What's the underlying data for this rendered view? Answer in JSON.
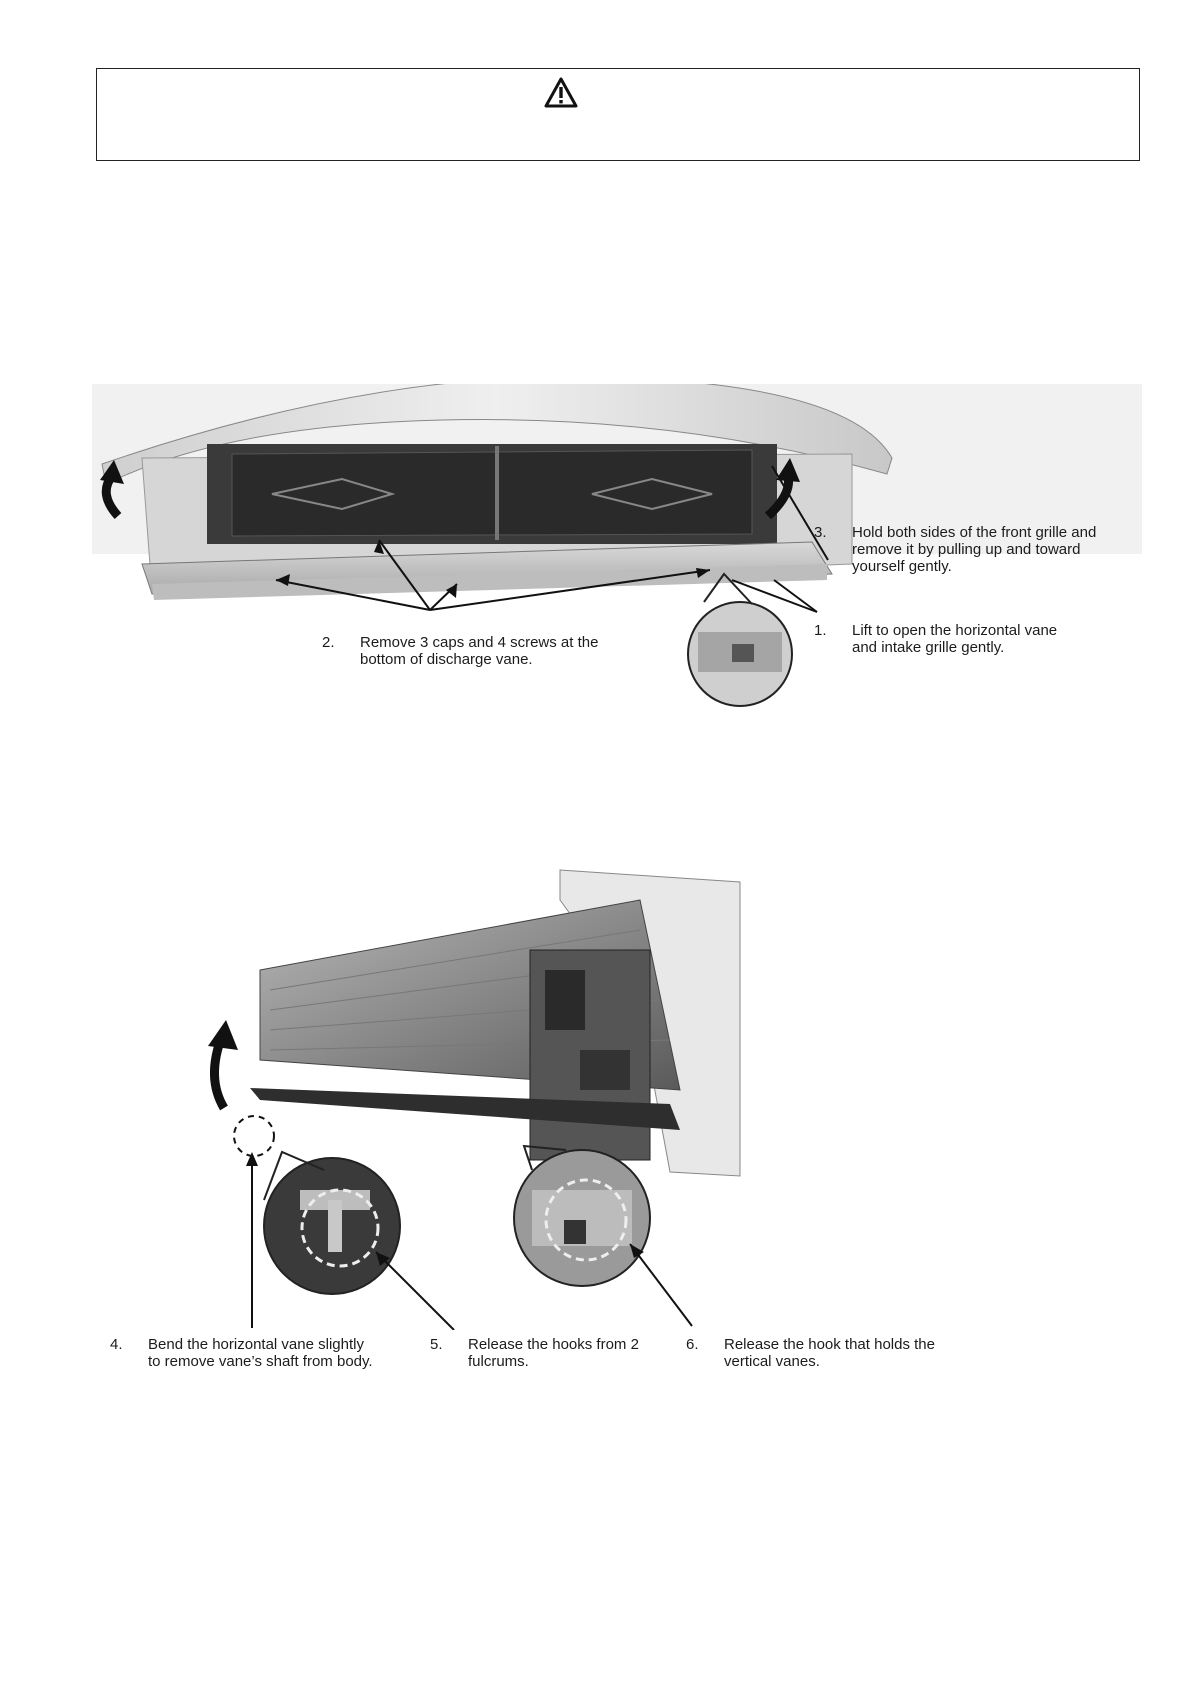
{
  "warning": {
    "icon": "warning-triangle-icon"
  },
  "figure1": {
    "steps": [
      {
        "num": "1.",
        "text": "Lift to open the horizontal vane\nand intake grille gently."
      },
      {
        "num": "2.",
        "text": "Remove 3 caps and 4 screws at the\nbottom of discharge vane."
      },
      {
        "num": "3.",
        "text": "Hold both sides of the front grille and\nremove it by pulling up and toward\nyourself gently."
      }
    ]
  },
  "figure2": {
    "steps": [
      {
        "num": "4.",
        "text": "Bend the horizontal vane slightly\nto remove vane’s shaft from body."
      },
      {
        "num": "5.",
        "text": "Release the hooks from 2\nfulcrums."
      },
      {
        "num": "6.",
        "text": "Release the hook that holds the\nvertical vanes."
      }
    ]
  }
}
